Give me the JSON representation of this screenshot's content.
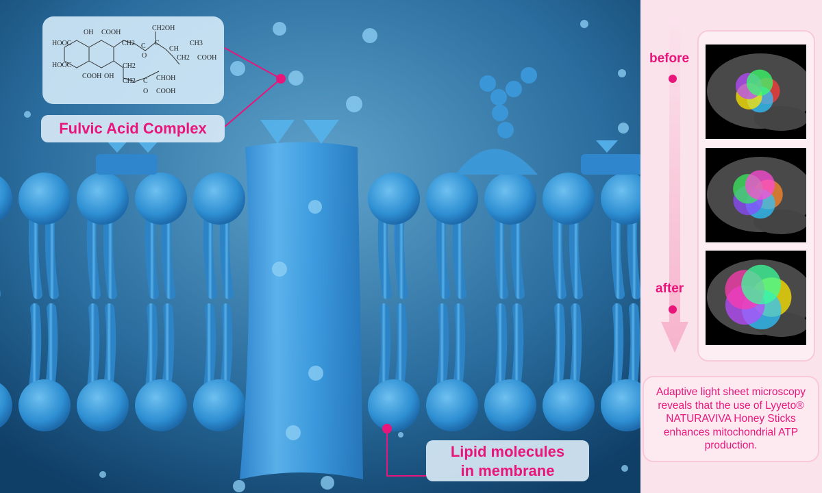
{
  "labels": {
    "fulvic": "Fulvic Acid Complex",
    "lipid_line1": "Lipid molecules",
    "lipid_line2": "in membrane"
  },
  "chemical_structure": {
    "groups": [
      "OH",
      "COOH",
      "HOOC",
      "HOOC",
      "COOH",
      "OH",
      "CH2",
      "CH2OH",
      "C",
      "O",
      "C",
      "CH",
      "CH3",
      "CH2",
      "COOH",
      "CH2",
      "CH2",
      "C",
      "O",
      "CHOH",
      "COOH"
    ]
  },
  "side_panel": {
    "before_label": "before",
    "after_label": "after",
    "caption": "Adaptive light sheet microscopy reveals that the use of Lyyeto® NATURAVIVA Honey Sticks enhances mitochondrial ATP production."
  },
  "colors": {
    "accent": "#e8157a",
    "panel_bg": "#fbe3ec",
    "membrane": "#3a9ad8"
  }
}
